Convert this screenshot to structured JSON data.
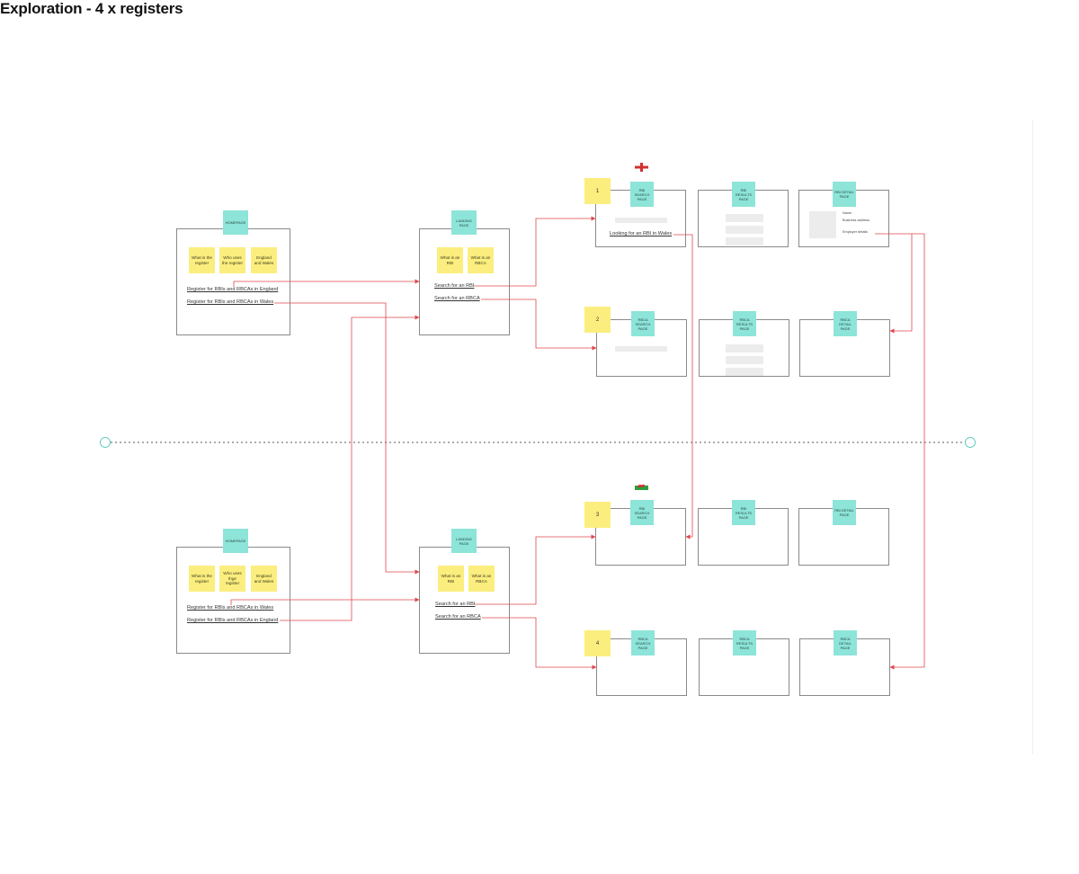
{
  "title": "Exploration - 4 x registers",
  "colors": {
    "frame_tag": "#8de4d8",
    "sticky": "#fbee7e",
    "connector": "#e0474c",
    "divider": "#222222",
    "divider_node": "#3fbfb0"
  },
  "england": {
    "homepage": {
      "tag": "HOMEPAGE",
      "stickies": [
        "What is the register",
        "Who uses the register",
        "England and Wales"
      ],
      "links": [
        "Register for RBIs and RBCAs in England",
        "Register for RBIs and RBCAs in Wales"
      ]
    },
    "landing": {
      "tag": "LANDING PAGE",
      "stickies": [
        "What is an RBI",
        "What is an RBCA"
      ],
      "links": [
        "Search for an RBI",
        "Search for an RBCA"
      ]
    },
    "flag_icon": "england-flag-icon",
    "flows": [
      {
        "number": "1",
        "pages": [
          "RBI SEARCH PAGE",
          "RBI RESULTS PAGE",
          "RBI DETAIL PAGE"
        ],
        "search_link": "Looking for an RBI in Wales",
        "detail_fields": [
          "Name",
          "Business address",
          "Employer details"
        ]
      },
      {
        "number": "2",
        "pages": [
          "RBCA SEARCH PAGE",
          "RBCA RESULTS PAGE",
          "RBCA DETAIL PAGE"
        ]
      }
    ]
  },
  "wales": {
    "homepage": {
      "tag": "HOMEPAGE",
      "stickies": [
        "What is the register",
        "Who uses thge register",
        "England and Wales"
      ],
      "links": [
        "Register for RBIs and RBCAs in Wales",
        "Register for RBIs and RBCAs in England"
      ]
    },
    "landing": {
      "tag": "LANDING PAGE",
      "stickies": [
        "What is an RBI",
        "What is an RBCA"
      ],
      "links": [
        "Search for an RBI",
        "Search for an RBCA"
      ]
    },
    "flag_icon": "wales-flag-icon",
    "flows": [
      {
        "number": "3",
        "pages": [
          "RBI SEARCH PAGE",
          "RBI RESULTS PAGE",
          "RBI DETAIL PAGE"
        ]
      },
      {
        "number": "4",
        "pages": [
          "RBCA SEARCH PAGE",
          "RBCA RESULTS PAGE",
          "RBCA DETAIL PAGE"
        ]
      }
    ]
  }
}
